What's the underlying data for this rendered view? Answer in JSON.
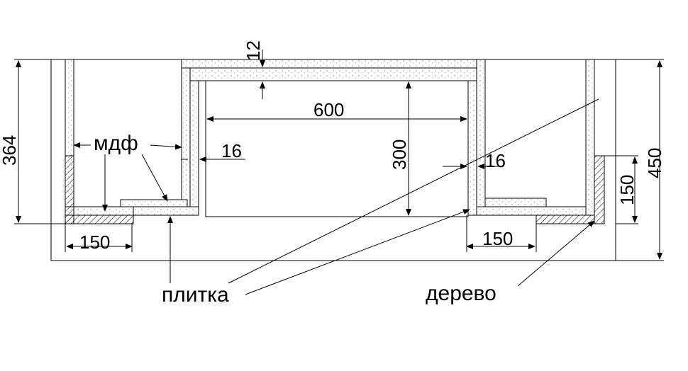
{
  "dimensions": {
    "top_thickness": "12",
    "inner_width": "600",
    "inner_height": "300",
    "left_height": "364",
    "right_height": "450",
    "panel_thickness_left": "16",
    "panel_thickness_right": "16",
    "wood_width_left": "150",
    "wood_width_right": "150",
    "wood_height_right": "150"
  },
  "labels": {
    "mdf": "мдф",
    "tile": "плитка",
    "wood": "дерево"
  }
}
